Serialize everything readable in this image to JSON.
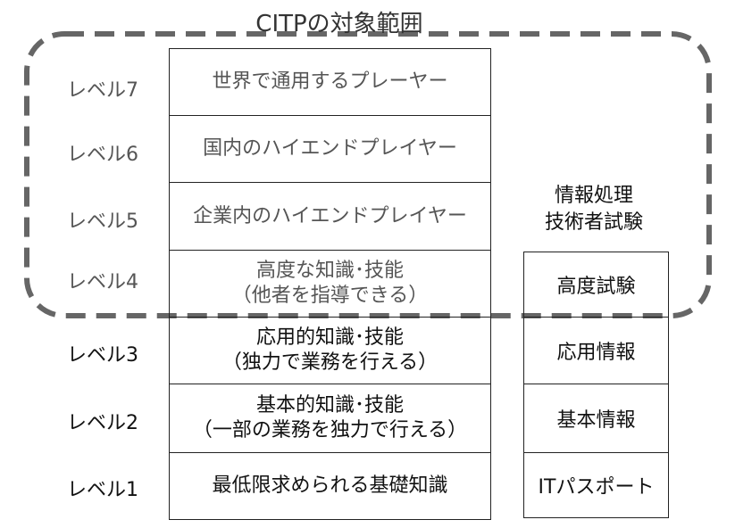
{
  "title": "CITPの対象範囲",
  "levels": [
    {
      "label": "レベル7",
      "line1": "世界で通用するプレーヤー",
      "line2": ""
    },
    {
      "label": "レベル6",
      "line1": "国内のハイエンドプレイヤー",
      "line2": ""
    },
    {
      "label": "レベル5",
      "line1": "企業内のハイエンドプレイヤー",
      "line2": ""
    },
    {
      "label": "レベル4",
      "line1": "高度な知識･技能",
      "line2": "（他者を指導できる）"
    },
    {
      "label": "レベル3",
      "line1": "応用的知識･技能",
      "line2": "（独力で業務を行える）"
    },
    {
      "label": "レベル2",
      "line1": "基本的知識･技能",
      "line2": "（一部の業務を独力で行える）"
    },
    {
      "label": "レベル1",
      "line1": "最低限求められる基礎知識",
      "line2": ""
    }
  ],
  "exam": {
    "header_line1": "情報処理",
    "header_line2": "技術者試験",
    "items": [
      "高度試験",
      "応用情報",
      "基本情報",
      "ITパスポート"
    ]
  }
}
